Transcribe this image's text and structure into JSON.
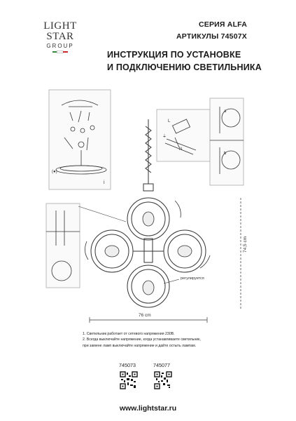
{
  "brand": {
    "line1": "LIGHT",
    "line2": "STAR",
    "line3": "GROUP",
    "flag_colors": [
      "#2e8b3d",
      "#ffffff",
      "#cc2a2a"
    ]
  },
  "header": {
    "series": "СЕРИЯ ALFA",
    "articles": "АРТИКУЛЫ 74507X"
  },
  "title": {
    "line1": "ИНСТРУКЦИЯ ПО УСТАНОВКЕ",
    "line2": "И ПОДКЛЮЧЕНИЮ СВЕТИЛЬНИКА"
  },
  "diagram": {
    "width_label": "76 cm",
    "height_label": "74,5 cm",
    "adjust_label": "регулируется"
  },
  "notes": {
    "line1": "1. Светильник работает от сетевого напряжения 230В.",
    "line2": "2. Всегда выключайте напряжение, когда устанавливаете светильник,",
    "line3": "при замене ламп выключайте напряжение и дайте остыть лампам."
  },
  "articles": {
    "first": "745073",
    "second": "745077"
  },
  "footer": {
    "url": "www.lightstar.ru"
  }
}
